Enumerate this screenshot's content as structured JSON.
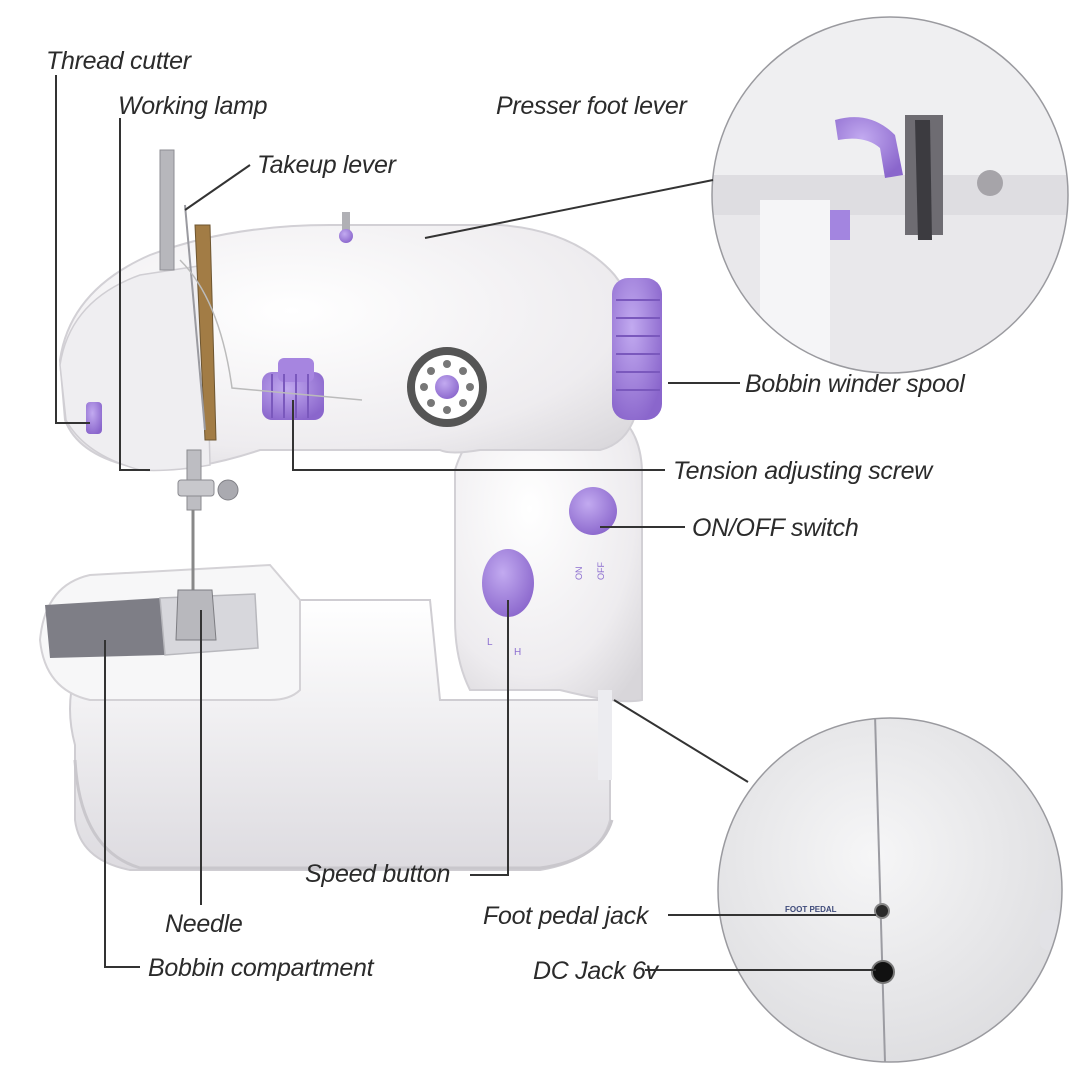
{
  "labels": {
    "thread_cutter": "Thread cutter",
    "working_lamp": "Working lamp",
    "takeup_lever": "Takeup lever",
    "presser_foot_lever": "Presser foot lever",
    "bobbin_winder_spool": "Bobbin winder spool",
    "tension_adjusting_screw": "Tension adjusting screw",
    "on_off_switch": "ON/OFF switch",
    "speed_button": "Speed button",
    "needle": "Needle",
    "bobbin_compartment": "Bobbin compartment",
    "foot_pedal_jack": "Foot pedal jack",
    "dc_jack": "DC Jack 6v"
  },
  "markings": {
    "switch_on": "ON",
    "switch_off": "OFF",
    "speed_low": "L",
    "speed_high": "H",
    "foot_pedal": "FOOT PEDAL"
  },
  "colors": {
    "accent_purple": "#9a7ad6",
    "body_white": "#f4f3f5",
    "shadow_grey": "#d9d7dc",
    "dark_grey": "#7d7d84",
    "leader_line": "#333333"
  }
}
